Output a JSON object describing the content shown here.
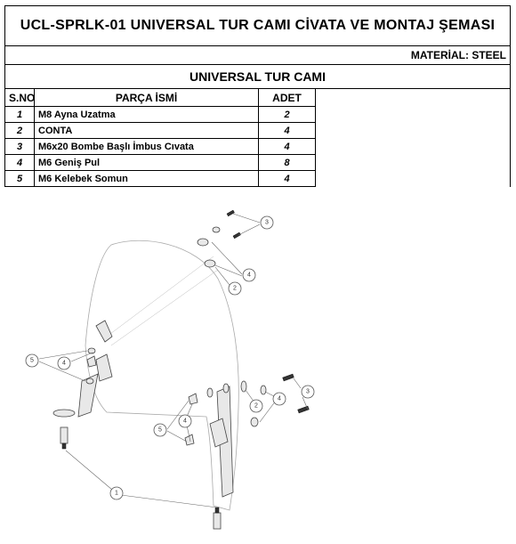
{
  "document": {
    "title": "UCL-SPRLK-01 UNIVERSAL TUR CAMI CİVATA VE MONTAJ ŞEMASI",
    "material": "MATERİAL: STEEL",
    "subtitle": "UNIVERSAL TUR CAMI"
  },
  "table": {
    "headers": {
      "no": "S.NO",
      "name": "PARÇA İSMİ",
      "qty": "ADET"
    },
    "rows": [
      {
        "no": "1",
        "name": "M8 Ayna Uzatma",
        "qty": "2"
      },
      {
        "no": "2",
        "name": "CONTA",
        "qty": "4"
      },
      {
        "no": "3",
        "name": "M6x20 Bombe Başlı İmbus Cıvata",
        "qty": "4"
      },
      {
        "no": "4",
        "name": "M6 Geniş Pul",
        "qty": "8"
      },
      {
        "no": "5",
        "name": "M6 Kelebek Somun",
        "qty": "4"
      }
    ]
  },
  "drawing": {
    "callouts": [
      "3",
      "4",
      "2",
      "5",
      "4",
      "3",
      "4",
      "2",
      "4",
      "5",
      "1"
    ]
  }
}
